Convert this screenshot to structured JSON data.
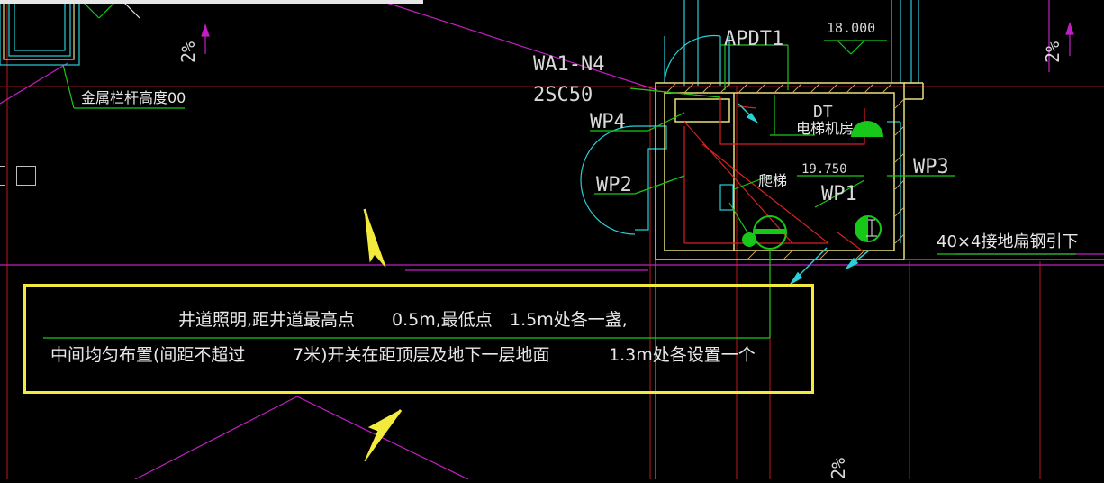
{
  "labels": {
    "apdt1": "APDT1",
    "elev_top": "18.000",
    "wa1n4": "WA1-N4",
    "sc50": "2SC50",
    "wp4": "WP4",
    "dt": "DT",
    "elevator_room": "电梯机房",
    "elev_mid": "19.750",
    "wp3": "WP3",
    "wp2": "WP2",
    "ladder": "爬梯",
    "wp1": "WP1",
    "railing": "金属栏杆高度00",
    "slope_left": "2%",
    "slope_right": "2%",
    "slope_bottom": "2%",
    "grounding": "40×4接地扁钢引下"
  },
  "note": {
    "line1_a": "井道照明,距井道最高点",
    "line1_b": "0.5m,最低点",
    "line1_c": "1.5m处各一盏,",
    "line2_a": "中间均匀布置(间距不超过",
    "line2_b": "7米)开关在距顶层及地下一层地面",
    "line2_c": "1.3m处各设置一个"
  },
  "colors": {
    "background": "#000000",
    "highlight_box": "#f2ea3c",
    "arrow": "#f2ea3c",
    "wall": "#e8e07a",
    "red": "#d82020",
    "green": "#18c818",
    "cyan": "#28d0d8",
    "magenta": "#c020c0",
    "grid_red": "#b01818"
  },
  "icons": [
    "arrow-icon",
    "lamp-icon",
    "switch-icon",
    "ground-icon"
  ]
}
